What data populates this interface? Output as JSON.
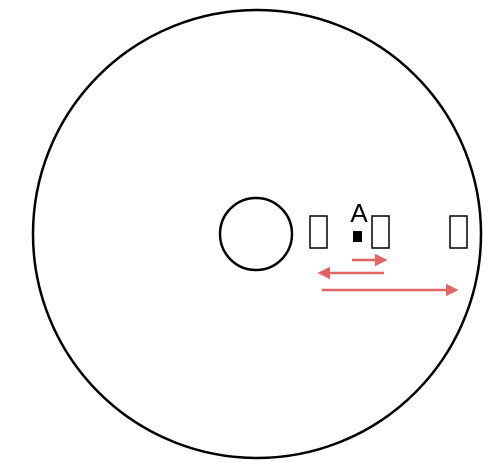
{
  "diagram": {
    "point_label": "A",
    "colors": {
      "outline": "#000000",
      "arrow": "#e06666",
      "background": "#ffffff"
    },
    "elements": {
      "outer_disc": "circle",
      "hub": "circle",
      "marker": "filled-square",
      "boxes": 3,
      "arrows": [
        "right",
        "left",
        "right"
      ]
    }
  }
}
